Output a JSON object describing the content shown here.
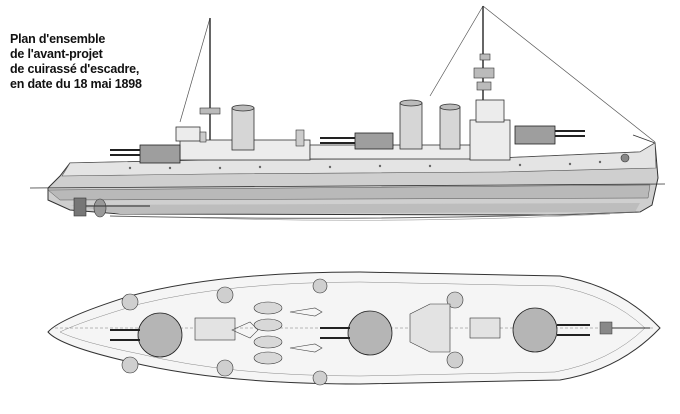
{
  "caption": {
    "lines": [
      "Plan d'ensemble",
      "de l'avant-projet",
      "de cuirassé d'escadre,",
      "en date du 18 mai 1898"
    ]
  },
  "colors": {
    "hull": "#c8c8c8",
    "hull_dark": "#a9a9a9",
    "belt": "#d6d6d6",
    "superstructure": "#e6e6e6",
    "turret": "#9a9a9a",
    "line": "#333333",
    "funnel": "#d0d0d0",
    "deck": "#f4f4f4"
  }
}
